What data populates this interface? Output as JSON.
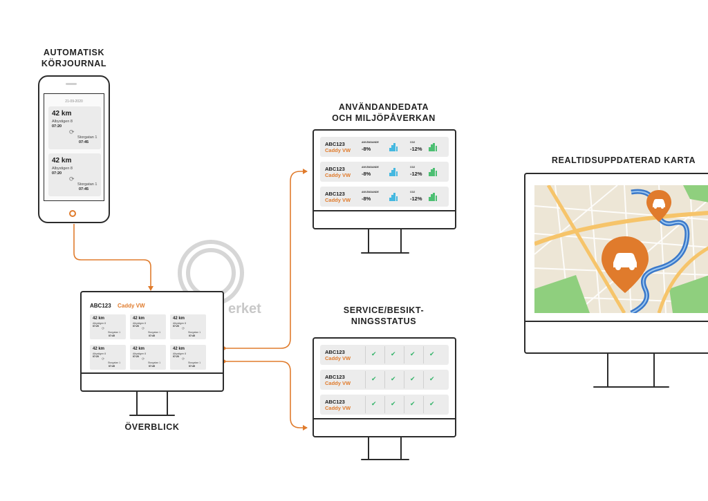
{
  "headings": {
    "journal": [
      "AUTOMATISK",
      "KÖRJOURNAL"
    ],
    "userdata": [
      "ANVÄNDANDEDATA",
      "OCH MILJÖPÅVERKAN"
    ],
    "map": "REALTIDSUPPDATERAD KARTA",
    "service": [
      "SERVICE/BESIKT-",
      "NINGSSTATUS"
    ],
    "overview": "ÖVERBLICK"
  },
  "watermark": "erket",
  "phone": {
    "date": "21-09-2020",
    "trips": [
      {
        "km": "42 km",
        "from": "Albystigen 8",
        "start": "07:20",
        "to": "Storgatan 1",
        "end": "07:45"
      },
      {
        "km": "42 km",
        "from": "Albystigen 8",
        "start": "07:20",
        "to": "Storgatan 1",
        "end": "07:45"
      }
    ]
  },
  "overview": {
    "plate": "ABC123",
    "model": "Caddy VW",
    "trips": [
      {
        "km": "42 km",
        "from": "Albystigen 8",
        "start": "07:20",
        "to": "Storgatan 1",
        "end": "07:45"
      },
      {
        "km": "42 km",
        "from": "Albystigen 8",
        "start": "07:20",
        "to": "Storgatan 1",
        "end": "07:45"
      },
      {
        "km": "42 km",
        "from": "Albystigen 8",
        "start": "07:20",
        "to": "Storgatan 1",
        "end": "07:45"
      },
      {
        "km": "42 km",
        "from": "Albystigen 8",
        "start": "07:20",
        "to": "Storgatan 1",
        "end": "07:45"
      },
      {
        "km": "42 km",
        "from": "Albystigen 8",
        "start": "07:20",
        "to": "Storgatan 1",
        "end": "07:45"
      },
      {
        "km": "42 km",
        "from": "Albystigen 8",
        "start": "07:20",
        "to": "Storgatan 1",
        "end": "07:45"
      }
    ]
  },
  "usage": {
    "rows": [
      {
        "plate": "ABC123",
        "model": "Caddy VW",
        "label1": "ANVÄNDANDE",
        "pct1": "-8%",
        "label2": "CO2",
        "pct2": "-12%"
      },
      {
        "plate": "ABC123",
        "model": "Caddy VW",
        "label1": "ANVÄNDANDE",
        "pct1": "-8%",
        "label2": "CO2",
        "pct2": "-12%"
      },
      {
        "plate": "ABC123",
        "model": "Caddy VW",
        "label1": "ANVÄNDANDE",
        "pct1": "-8%",
        "label2": "CO2",
        "pct2": "-12%"
      }
    ]
  },
  "service": {
    "rows": [
      {
        "plate": "ABC123",
        "model": "Caddy VW"
      },
      {
        "plate": "ABC123",
        "model": "Caddy VW"
      },
      {
        "plate": "ABC123",
        "model": "Caddy VW"
      }
    ]
  },
  "colors": {
    "accent": "#e07b2c",
    "bar_blue": "#45b8e0",
    "bar_green": "#4cbf72",
    "check": "#35b46a",
    "map_bg": "#ede6d6",
    "map_water": "#3a78c9",
    "map_road": "#f6c46a",
    "map_park": "#8fcf7e"
  }
}
